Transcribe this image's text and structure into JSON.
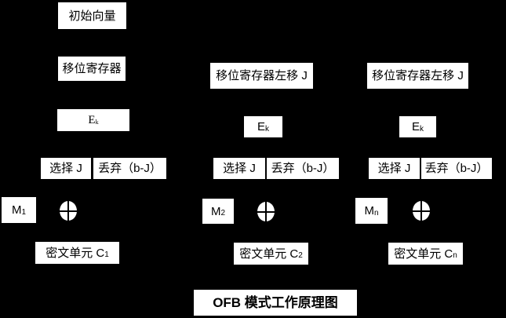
{
  "diagram": {
    "title": "OFB 模式工作原理图",
    "colors": {
      "background": "#000000",
      "box_fill": "#ffffff",
      "text": "#000000"
    },
    "columns": [
      {
        "initial_vector": "初始向量",
        "shift_register": "移位寄存器",
        "encrypt_base": "E",
        "encrypt_sub": "k",
        "select": "选择 J",
        "discard": "丢弃（b-J）",
        "message_base": "M",
        "message_sub": "1",
        "xor_icon": "circle-plus-xor",
        "cipher_base": "密文单元 C",
        "cipher_sub": "1"
      },
      {
        "shift_register": "移位寄存器左移 J",
        "encrypt_base": "E",
        "encrypt_sub": "k",
        "select": "选择 J",
        "discard": "丢弃（b-J）",
        "message_base": "M",
        "message_sub": "2",
        "xor_icon": "circle-plus-xor",
        "cipher_base": "密文单元 C",
        "cipher_sub": "2"
      },
      {
        "shift_register": "移位寄存器左移 J",
        "encrypt_base": "E",
        "encrypt_sub": "k",
        "select": "选择 J",
        "discard": "丢弃（b-J）",
        "message_base": "M",
        "message_sub": "n",
        "xor_icon": "circle-plus-xor",
        "cipher_base": "密文单元 C",
        "cipher_sub": "n"
      }
    ]
  }
}
